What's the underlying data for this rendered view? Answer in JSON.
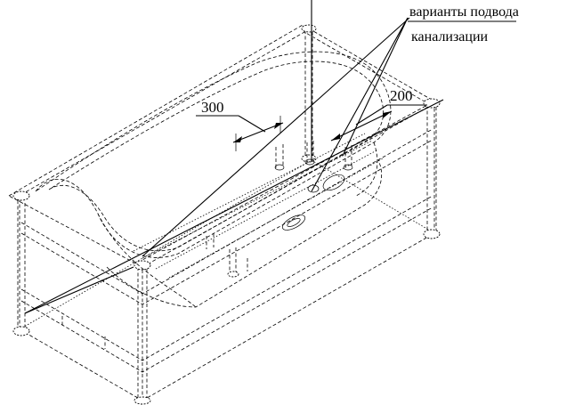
{
  "labels": {
    "callout_line1": "варианты подвода",
    "callout_line2": "канализации",
    "dim_left": "300",
    "dim_right": "200"
  }
}
